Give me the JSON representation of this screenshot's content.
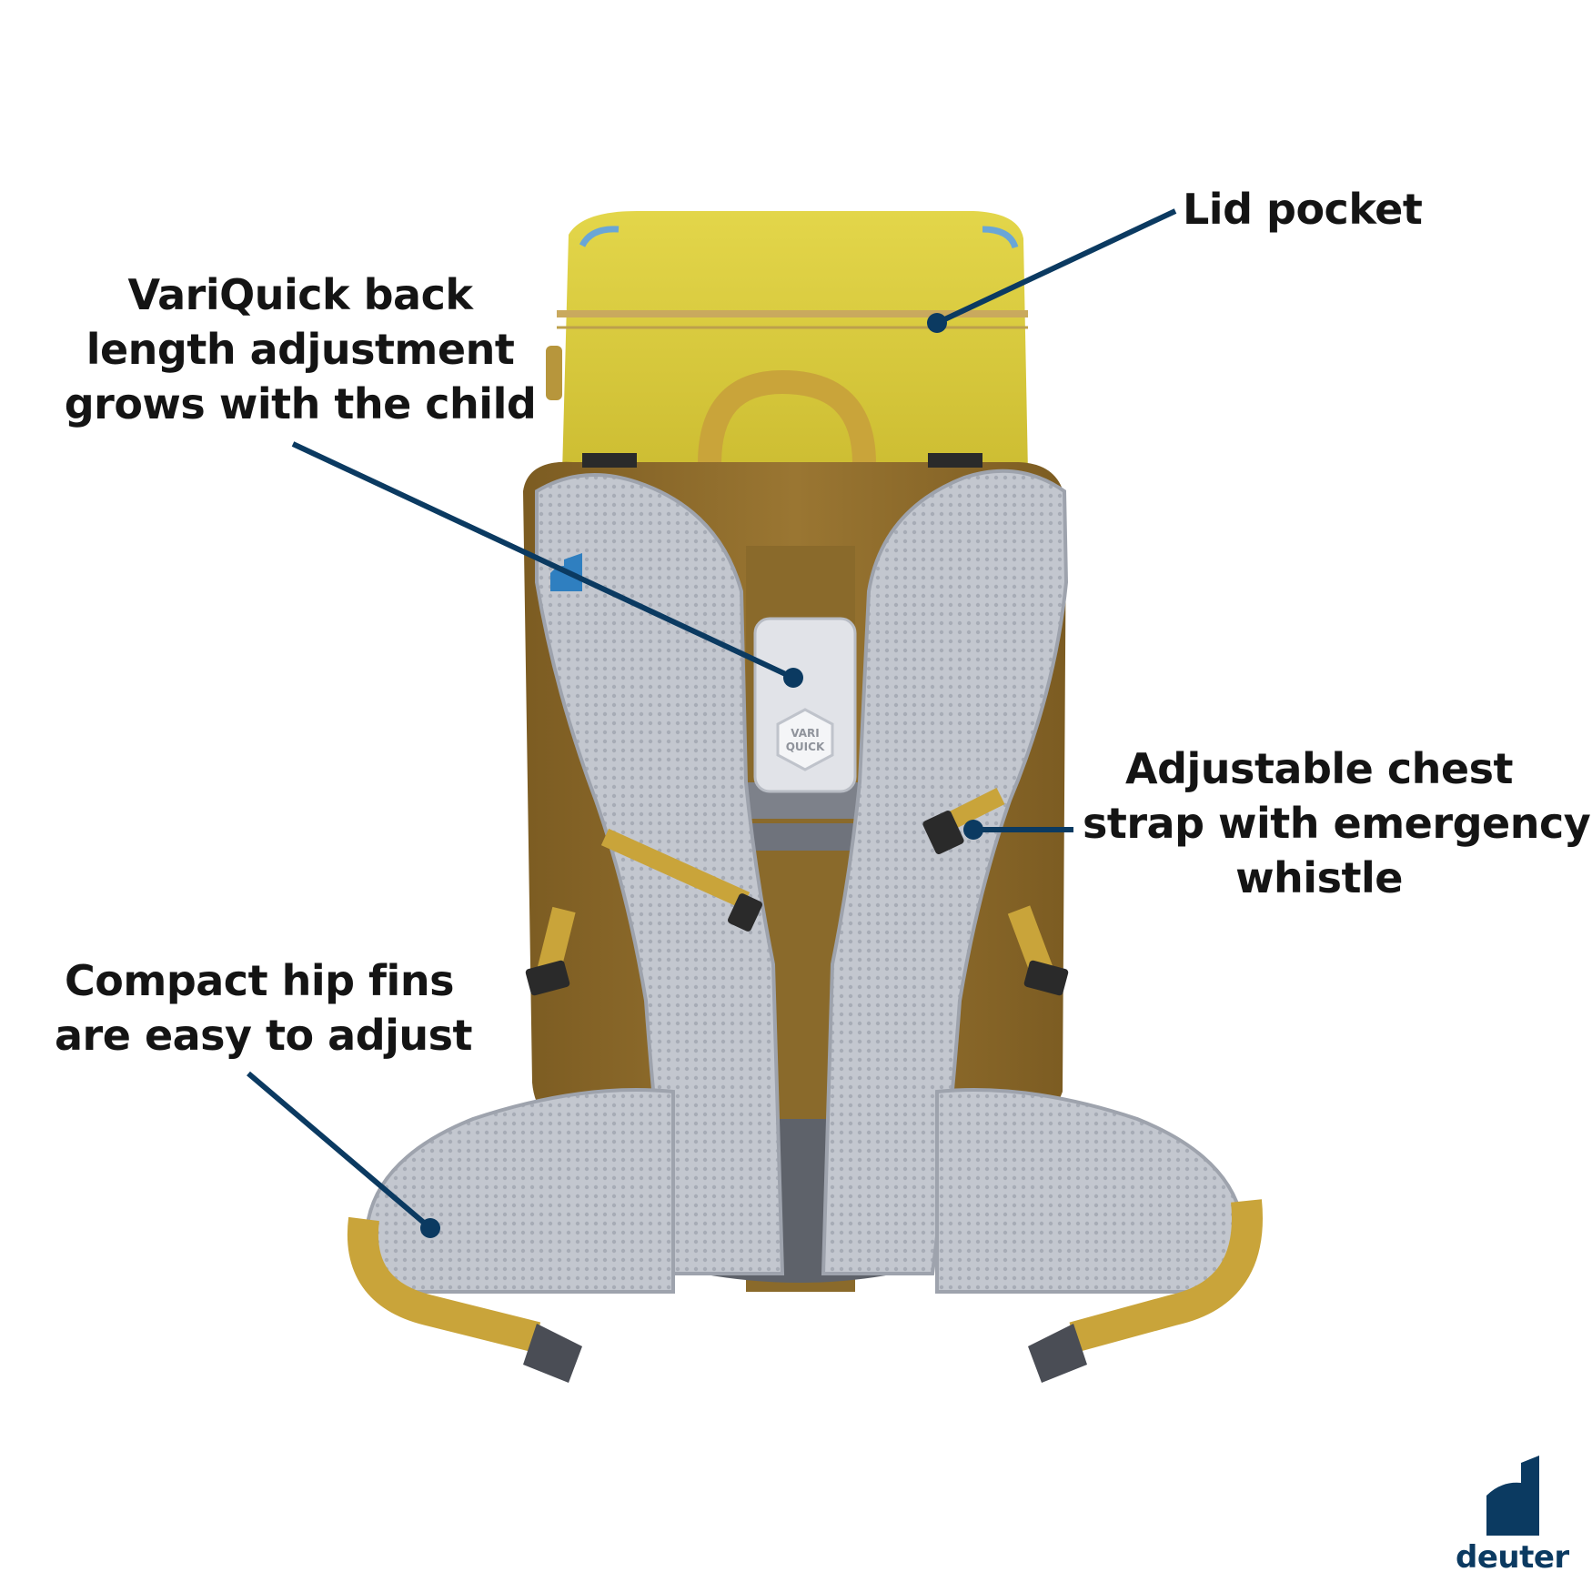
{
  "callouts": {
    "lid_pocket": [
      "Lid pocket"
    ],
    "variquick": [
      "VariQuick back",
      "length adjustment",
      "grows with the child"
    ],
    "chest_strap": [
      "Adjustable chest",
      "strap with emergency",
      "whistle"
    ],
    "hip_fins": [
      "Compact hip fins",
      "are easy to adjust"
    ]
  },
  "product_badge": [
    "VARI",
    "QUICK"
  ],
  "brand": {
    "name": "deuter"
  },
  "colors": {
    "callout_line": "#0b3a61",
    "pack_yellow": "#d9c93a",
    "pack_brown": "#8d6b2a",
    "mesh_grey": "#b9bdc6",
    "strap_ochre": "#c9a43a"
  }
}
